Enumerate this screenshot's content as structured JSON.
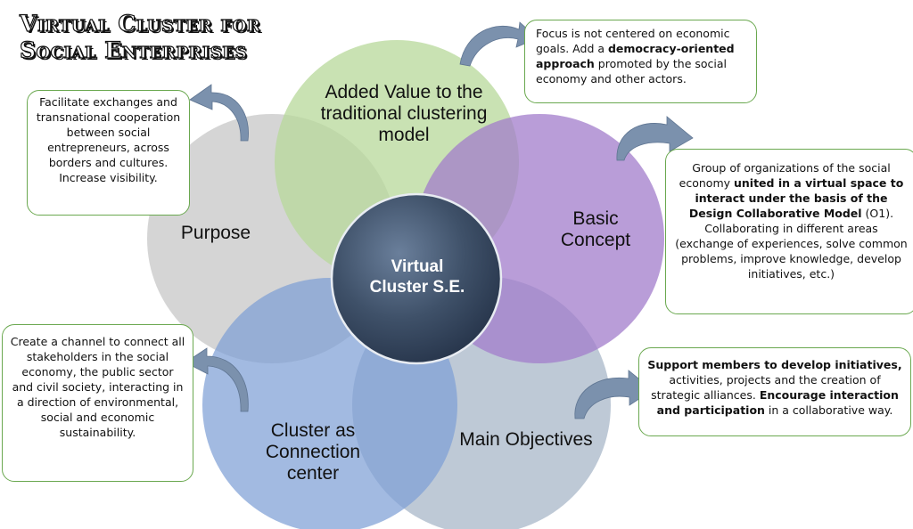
{
  "title": {
    "line1": "Virtual Cluster for",
    "line2": "Social Enterprises"
  },
  "colors": {
    "green_petal": "#c6dfb0",
    "purple_petal": "#b08fd0",
    "gray_petal": "#d4d4d4",
    "blue_petal": "#8faddc",
    "slate_petal": "#bcc6d4",
    "center": "#3d5068",
    "callout_border": "#6aa84f",
    "arrow": "#7b91ad"
  },
  "petals": {
    "added_value": "Added Value to the traditional clustering model",
    "basic_concept_line1": "Basic",
    "basic_concept_line2": "Concept",
    "purpose": "Purpose",
    "cluster_line1": "Cluster as",
    "cluster_line2": "Connection",
    "cluster_line3": "center",
    "main_objectives": "Main Objectives"
  },
  "center": {
    "line1": "Virtual",
    "line2": "Cluster S.E."
  },
  "callouts": {
    "focus": {
      "t1": "Focus is not centered on economic goals. Add a ",
      "b1": "democracy-oriented approach",
      "t2": " promoted by the social economy and other actors."
    },
    "purpose": {
      "t1": "Facilitate exchanges and transnational cooperation between social entrepreneurs, across borders and cultures. Increase visibility."
    },
    "concept": {
      "t1": "Group of organizations of the social economy ",
      "b1": "united in a virtual space to interact under the basis of the Design Collaborative Model",
      "t2": " (O1). Collaborating in different areas (exchange of experiences, solve common problems, improve knowledge, develop initiatives, etc.)"
    },
    "channel": {
      "t1": "Create a channel to connect all stakeholders in the social economy, the public sector and civil society, interacting in a direction of environmental, social and economic sustainability."
    },
    "objectives": {
      "b1": "Support members to develop initiatives,",
      "t1": " activities, projects and the creation of strategic alliances. ",
      "b2": "Encourage interaction and participation",
      "t2": " in a collaborative way."
    }
  }
}
